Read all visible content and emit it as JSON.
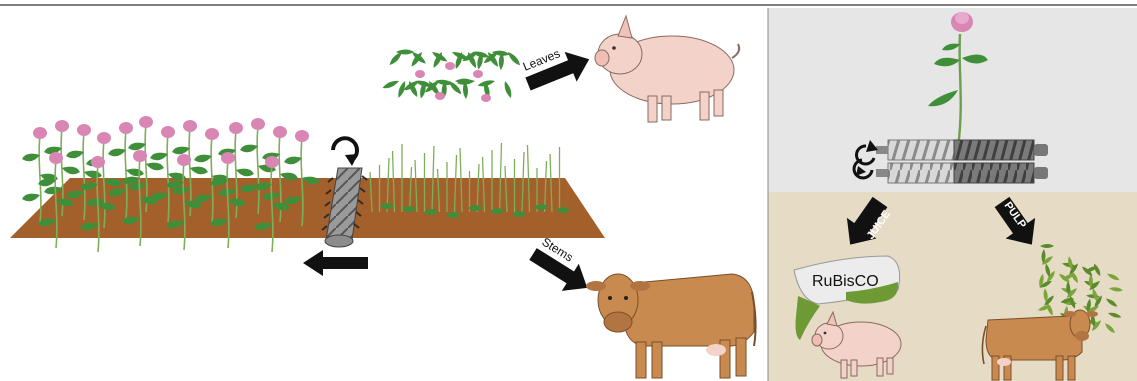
{
  "labels": {
    "leaves": "Leaves",
    "stems": "Stems",
    "juice": "JUICE",
    "pulp": "PULP",
    "rubisco": "RuBisCO"
  },
  "colors": {
    "soil": "#a3602a",
    "top_panel": "#e6e6e6",
    "bottom_panel": "#e6dcc6",
    "clover_flower": "#d986b4",
    "leaf_green": "#3f8f3a",
    "stem_green": "#7fae5a",
    "pig": "#f3d2c9",
    "cow": "#c98a50",
    "arrow": "#111111",
    "bottle_liquid": "#6e9a35"
  },
  "icons": [
    "clover-plant",
    "harvester-roller",
    "pig",
    "cow",
    "screw-press",
    "rotate-arrow",
    "liquid-bottle",
    "pulp-pile"
  ]
}
